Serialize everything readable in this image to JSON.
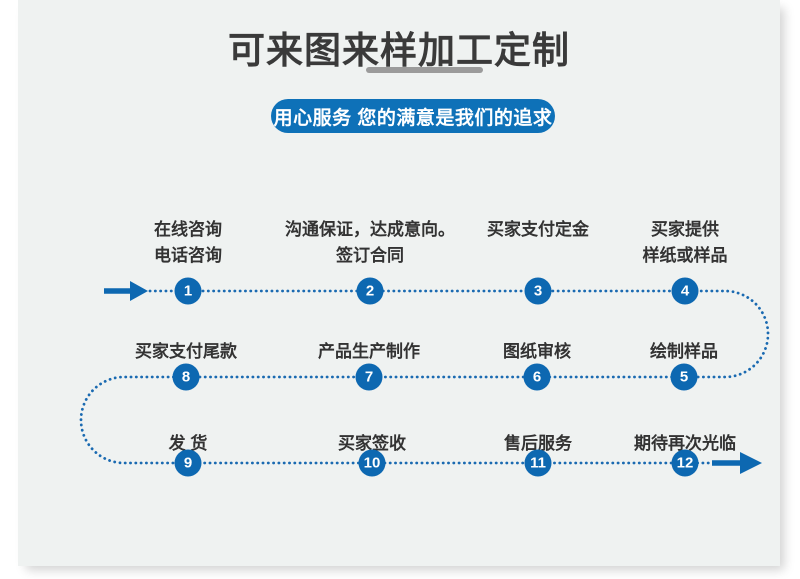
{
  "page": {
    "title": "可来图来样加工定制",
    "slogan": "用心服务 您的满意是我们的追求"
  },
  "colors": {
    "accent_blue": "#0e71b8",
    "circle_blue": "#0d68b1",
    "line_blue": "#1a6ab1",
    "title_gray": "#3a3a3a",
    "underline_gray": "#9b9b9b",
    "card_bg": "#eff2f1",
    "label_text": "#333333"
  },
  "flow": {
    "direction_icons": [
      "start-arrow-right",
      "end-arrow-right"
    ]
  },
  "steps": [
    {
      "num": "1",
      "label": "在线咨询\n电话咨询"
    },
    {
      "num": "2",
      "label": "沟通保证，达成意向。\n签订合同"
    },
    {
      "num": "3",
      "label": "买家支付定金"
    },
    {
      "num": "4",
      "label": "买家提供\n样纸或样品"
    },
    {
      "num": "5",
      "label": "绘制样品"
    },
    {
      "num": "6",
      "label": "图纸审核"
    },
    {
      "num": "7",
      "label": "产品生产制作"
    },
    {
      "num": "8",
      "label": "买家支付尾款"
    },
    {
      "num": "9",
      "label": "发 货"
    },
    {
      "num": "10",
      "label": "买家签收"
    },
    {
      "num": "11",
      "label": "售后服务"
    },
    {
      "num": "12",
      "label": "期待再次光临"
    }
  ]
}
